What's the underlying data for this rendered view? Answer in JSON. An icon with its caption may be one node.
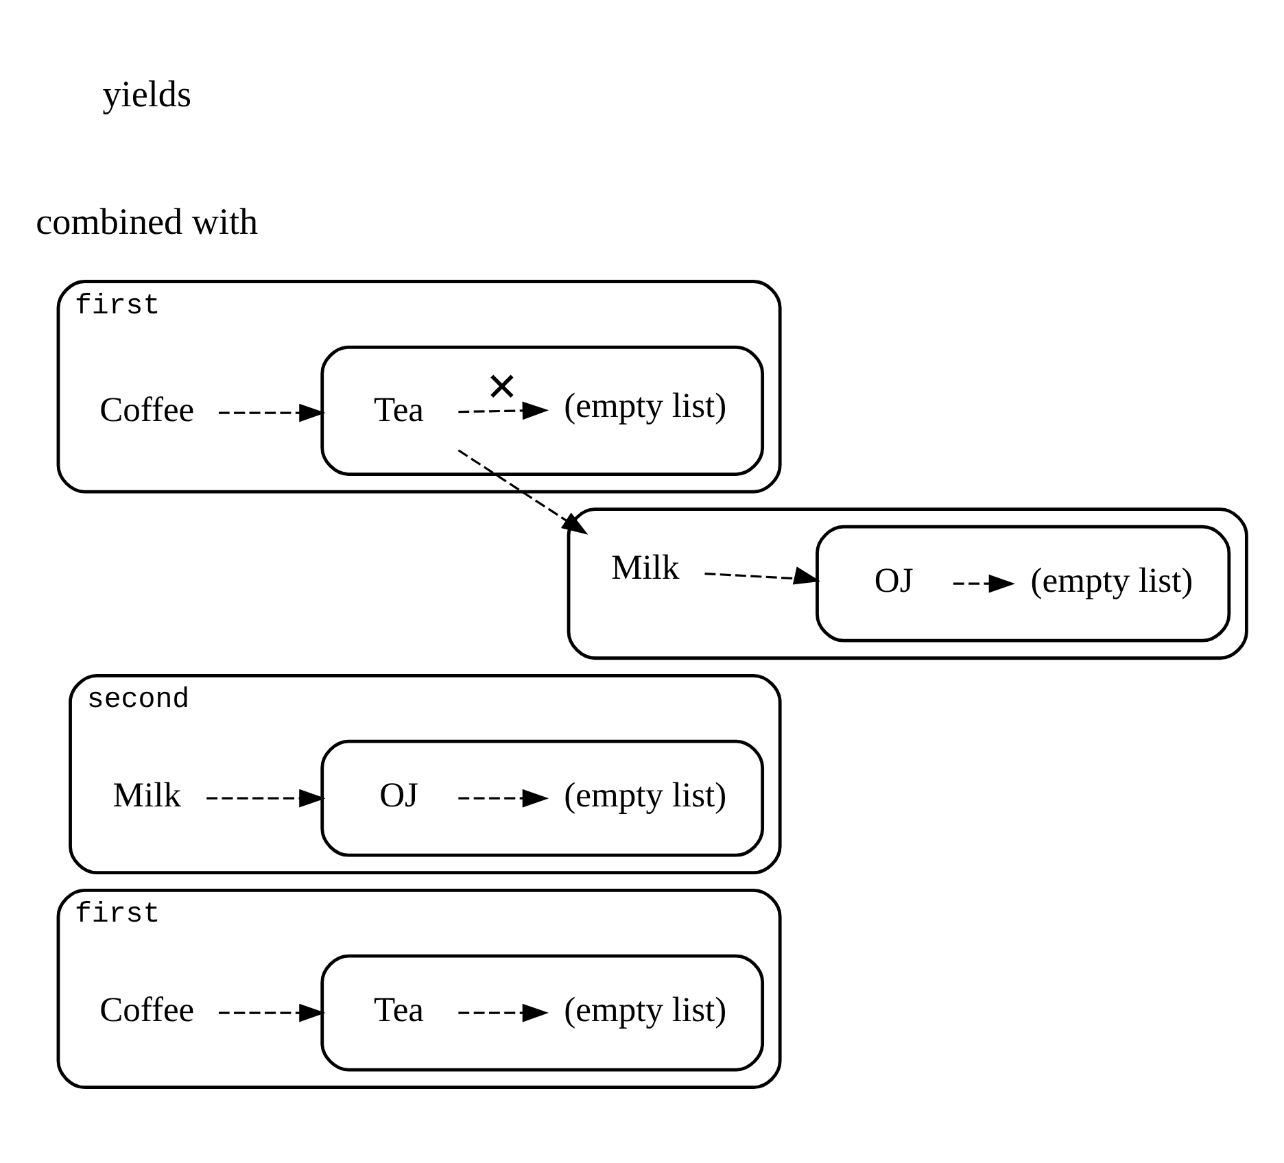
{
  "diagram": {
    "nodes": [
      {
        "text": [
          "first"
        ]
      },
      {
        "text": [
          "Coffee"
        ],
        "in": 0
      },
      {
        "text": [],
        "shape": "ellipse",
        "in": 0
      },
      {
        "text": [
          "Tea"
        ],
        "in": 2
      },
      {
        "text": [
          "(empty list)"
        ],
        "in": 2
      },
      {
        "text": [
          "second"
        ]
      },
      {
        "text": [
          "Milk"
        ],
        "in": 5
      },
      {
        "text": [],
        "shape": "ellipse",
        "in": 5
      },
      {
        "text": [
          "OJ"
        ],
        "in": 7
      },
      {
        "text": [
          "(empty list)"
        ],
        "in": 7
      },
      {
        "text": [
          "first"
        ]
      },
      {
        "text": [
          "Coffee"
        ],
        "in": 10
      },
      {
        "text": [],
        "shape": "ellipse",
        "in": 10
      },
      {
        "text": [
          "Tea"
        ],
        "in": 12
      },
      {
        "text": [
          "(empty list)"
        ],
        "in": 12
      },
      {
        "text": [],
        "shape": "ellipse"
      },
      {
        "text": [
          "Milk"
        ],
        "in": 15
      },
      {
        "text": [],
        "shape": "ellipse",
        "in": 15
      },
      {
        "text": [
          "OJ"
        ],
        "in": 17
      },
      {
        "text": [
          "(empty list)"
        ],
        "in": 17
      }
    ],
    "edges": [
      {
        "from": 1,
        "to": 2,
        "arrow": "to",
        "style": "dashed"
      },
      {
        "from": 3,
        "to": 4,
        "arrow": "to",
        "style": "dashed"
      },
      {
        "from": 6,
        "to": 7,
        "arrow": "to",
        "style": "dashed"
      },
      {
        "from": 8,
        "to": 9,
        "arrow": "to",
        "style": "dashed"
      },
      {
        "from": 11,
        "to": 12,
        "arrow": "to",
        "style": "dashed"
      },
      {
        "from": 13,
        "to": 14,
        "arrow": "to",
        "style": "dashed",
        "label": "✕"
      },
      {
        "from": 13,
        "to": 16,
        "arrow": "to",
        "style": "dashed"
      },
      {
        "from": 16,
        "to": 17,
        "arrow": "to",
        "style": "dashed"
      },
      {
        "from": 18,
        "to": 19,
        "arrow": "to",
        "style": "dashed"
      }
    ],
    "labels": [
      "combined with",
      "yields"
    ]
  }
}
